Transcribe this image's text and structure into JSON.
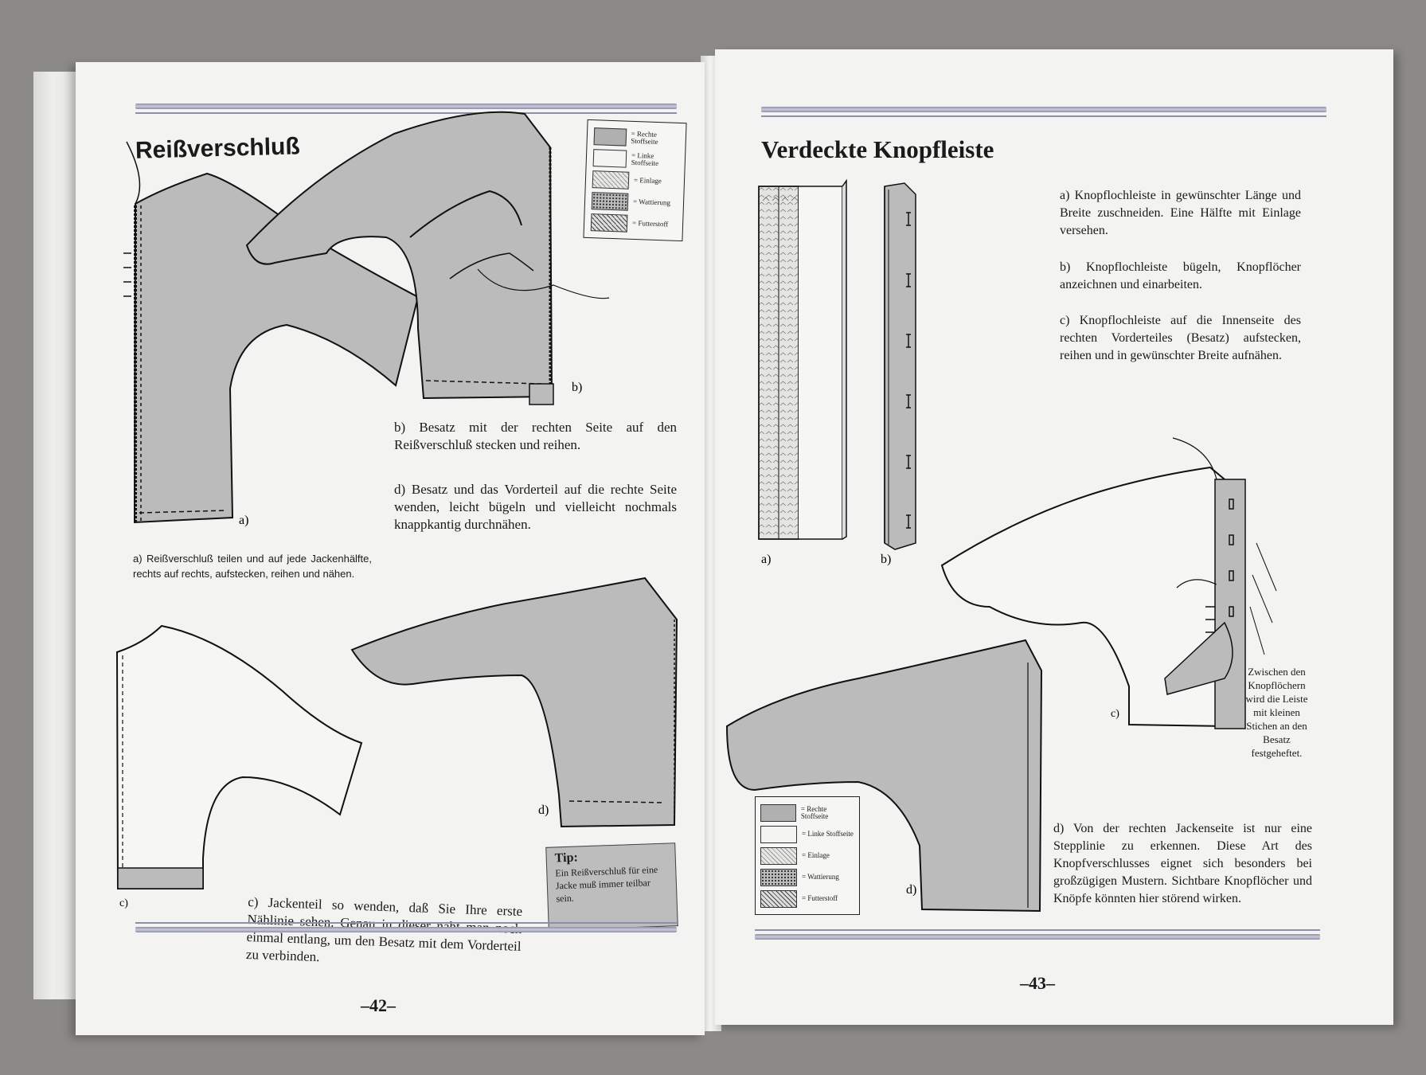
{
  "left_page": {
    "title": "Reißverschluß",
    "text_a": "a) Reißverschluß teilen und auf jede Jackenhälfte, rechts auf rechts, aufstecken, reihen und nähen.",
    "text_b": "b) Besatz mit der rechten Seite auf den Reißverschluß stecken und reihen.",
    "text_d": "d) Besatz und das Vorderteil auf die rechte Seite wenden, leicht bügeln und vielleicht nochmals knappkantig durchnähen.",
    "text_c": "c) Jackenteil so wenden, daß Sie Ihre erste Nählinie sehen. Genau in dieser näht man noch einmal entlang, um den Besatz mit dem Vorderteil zu verbinden.",
    "tip_title": "Tip:",
    "tip_text": "Ein Reißverschluß für eine Jacke muß immer teilbar sein.",
    "label_a": "a)",
    "label_b": "b)",
    "label_c": "c)",
    "label_d": "d)",
    "page_number": "–42–"
  },
  "right_page": {
    "title": "Verdeckte Knopfleiste",
    "text_a": "a) Knopflochleiste in gewünschter Länge und Breite zuschneiden. Eine Hälfte mit Einlage versehen.",
    "text_b": "b) Knopflochleiste bügeln, Knopflöcher anzeichnen und einarbeiten.",
    "text_c": "c) Knopflochleiste auf die Innenseite des rechten Vorderteiles (Besatz) aufstecken, reihen und in gewünschter Breite aufnähen.",
    "text_d": "d) Von der rechten Jackenseite ist nur eine Stepplinie zu erkennen. Diese Art des Knopfverschlusses eignet sich besonders bei großzügigen Mustern. Sichtbare Knopflöcher und Knöpfe könnten hier störend wirken.",
    "note": "Zwischen den Knopflöchern wird die Leiste mit kleinen Stichen an den Besatz festgeheftet.",
    "label_a": "a)",
    "label_b": "b)",
    "label_c": "c)",
    "label_d": "d)",
    "page_number": "–43–"
  },
  "legend": [
    {
      "label": "= Rechte Stoffseite",
      "pattern": "solid-gray",
      "color": "#b0b0b0"
    },
    {
      "label": "= Linke Stoffseite",
      "pattern": "blank",
      "color": "#f4f4f2"
    },
    {
      "label": "= Einlage",
      "pattern": "chevron-dots",
      "color": "#e0e0de"
    },
    {
      "label": "= Wattierung",
      "pattern": "dense-dots",
      "color": "#5a5a5a"
    },
    {
      "label": "= Futterstoff",
      "pattern": "cross-hatch",
      "color": "#cfcfcf"
    }
  ],
  "colors": {
    "fabric_gray": "#bbbbbb",
    "page": "#f3f3f1",
    "rule": "#8d8fa8"
  }
}
